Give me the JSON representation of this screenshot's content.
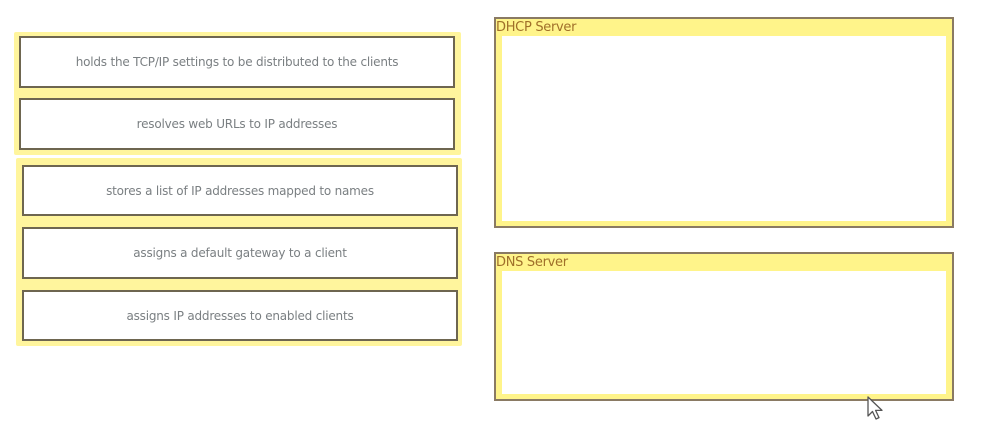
{
  "draggable_items": [
    {
      "label": "holds the TCP/IP settings to be distributed to the clients"
    },
    {
      "label": "resolves web URLs to IP addresses"
    },
    {
      "label": "stores a list of IP addresses mapped to names"
    },
    {
      "label": "assigns a default gateway to a client"
    },
    {
      "label": "assigns IP addresses to enabled clients"
    }
  ],
  "targets": [
    {
      "title": "DHCP Server"
    },
    {
      "title": "DNS Server"
    }
  ],
  "colors": {
    "highlight_yellow": "#fff59d",
    "target_title_color": "#a0702a",
    "item_border": "#6e6650"
  },
  "icons": {
    "cursor": "mouse-pointer-arrow-icon"
  }
}
